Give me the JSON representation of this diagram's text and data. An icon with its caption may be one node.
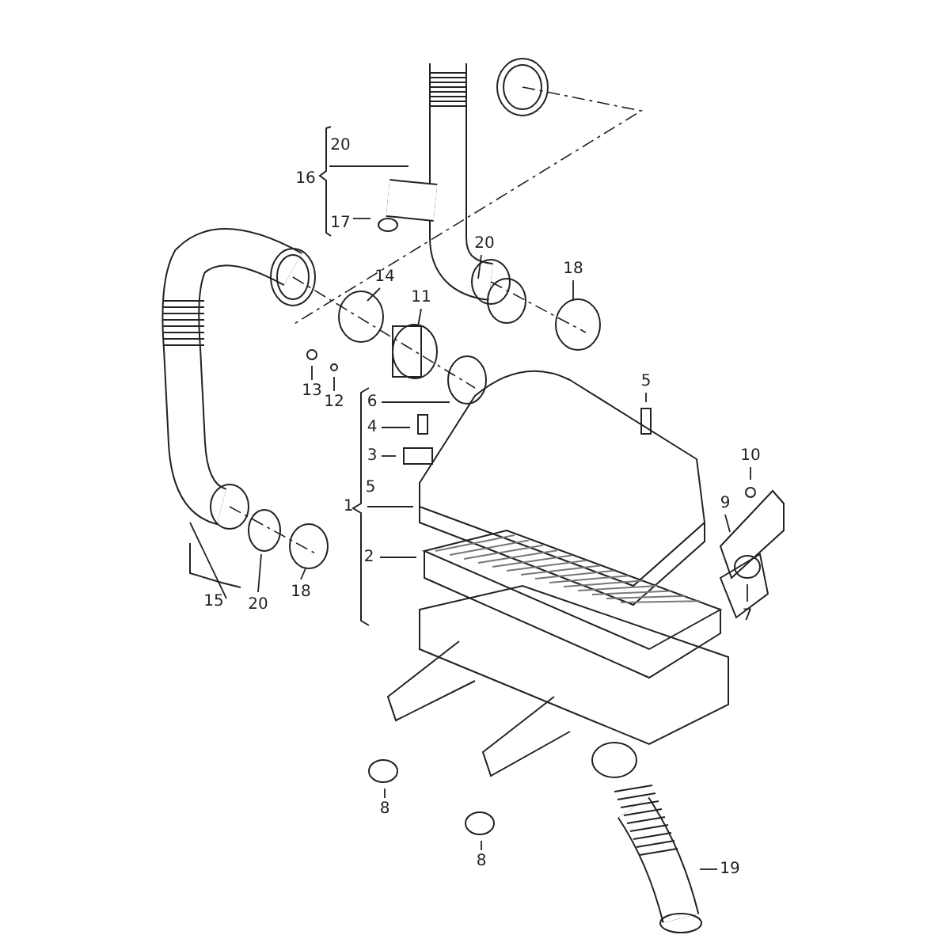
{
  "diagram": {
    "nodes": [
      {
        "text": [
          "16"
        ]
      },
      {
        "text": [
          "17"
        ]
      },
      {
        "text": [
          "20"
        ]
      },
      {
        "text": [
          "18"
        ]
      },
      {
        "text": [
          "14"
        ]
      },
      {
        "text": [
          "11"
        ]
      },
      {
        "text": [
          "5"
        ]
      },
      {
        "text": [
          "13"
        ]
      },
      {
        "text": [
          "12"
        ]
      },
      {
        "text": [
          "6"
        ]
      },
      {
        "text": [
          "4"
        ]
      },
      {
        "text": [
          "3"
        ]
      },
      {
        "text": [
          "10"
        ]
      },
      {
        "text": [
          "9"
        ]
      },
      {
        "text": [
          "1"
        ]
      },
      {
        "text": [
          "2"
        ]
      },
      {
        "text": [
          "20"
        ]
      },
      {
        "text": [
          "18"
        ]
      },
      {
        "text": [
          "15"
        ]
      },
      {
        "text": [
          "7"
        ]
      },
      {
        "text": [
          "8"
        ]
      },
      {
        "text": [
          "8"
        ]
      },
      {
        "text": [
          "19"
        ]
      }
    ],
    "edges": [
      {
        "from": 0,
        "to": null,
        "arrow": "none"
      },
      {
        "from": 1,
        "to": null,
        "arrow": "none"
      },
      {
        "from": 2,
        "to": null,
        "arrow": "none"
      },
      {
        "from": 3,
        "to": null,
        "arrow": "none"
      },
      {
        "from": 4,
        "to": null,
        "arrow": "none"
      },
      {
        "from": 5,
        "to": null,
        "arrow": "none"
      },
      {
        "from": 6,
        "to": null,
        "arrow": "none"
      },
      {
        "from": 7,
        "to": null,
        "arrow": "none"
      },
      {
        "from": 8,
        "to": null,
        "arrow": "none"
      },
      {
        "from": 9,
        "to": null,
        "arrow": "none"
      },
      {
        "from": 10,
        "to": null,
        "arrow": "none"
      },
      {
        "from": 11,
        "to": null,
        "arrow": "none"
      },
      {
        "from": 12,
        "to": null,
        "arrow": "none"
      },
      {
        "from": 13,
        "to": null,
        "arrow": "none"
      },
      {
        "from": 14,
        "to": null,
        "arrow": "none"
      },
      {
        "from": 15,
        "to": null,
        "arrow": "none"
      },
      {
        "from": 16,
        "to": null,
        "arrow": "none"
      },
      {
        "from": 17,
        "to": null,
        "arrow": "none"
      },
      {
        "from": 18,
        "to": null,
        "arrow": "none"
      },
      {
        "from": 19,
        "to": null,
        "arrow": "none"
      },
      {
        "from": 20,
        "to": null,
        "arrow": "none"
      },
      {
        "from": 21,
        "to": null,
        "arrow": "none"
      },
      {
        "from": 22,
        "to": null,
        "arrow": "none"
      }
    ],
    "labels": [
      "20",
      "5"
    ]
  }
}
